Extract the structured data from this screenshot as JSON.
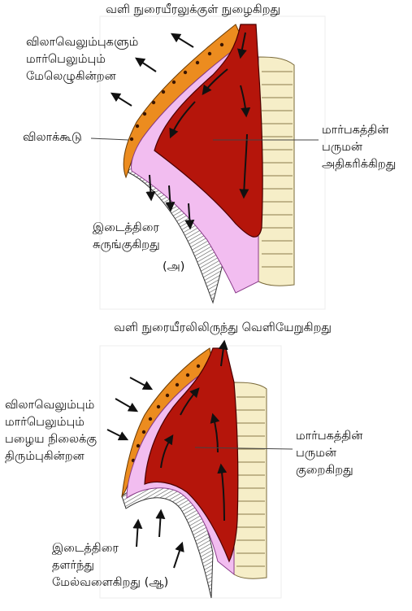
{
  "colors": {
    "lung": "#b5150b",
    "pleura": "#f2bdf0",
    "ribcage_orange": "#ec8c1f",
    "bone_dots": "#3a1500",
    "spine": "#f6eec8",
    "diaphragm_hatch": "#555555",
    "arrow": "#111111"
  },
  "top_panel": {
    "title": "வளி நுரையீரலுக்குள் நுழைகிறது",
    "ribs_label": [
      "விலாவெலும்புகளும்",
      "மார்பெலும்பும்",
      "மேலெழுகின்றன"
    ],
    "ribcage_label": "விலாக்கூடு",
    "volume_label": [
      "மார்பகத்தின்",
      "பருமன்",
      "அதிகரிக்கிறது"
    ],
    "diaphragm_label": [
      "இடைத்திரை",
      "சுருங்குகிறது"
    ],
    "panel_tag": "(அ)"
  },
  "bottom_panel": {
    "title": "வளி நுரையீரலிலிருந்து வெளியேறுகிறது",
    "ribs_label": [
      "விலாவெலும்பும்",
      "மார்பெலும்பும்",
      "பழைய நிலைக்கு",
      "திரும்புகின்றன"
    ],
    "volume_label": [
      "மார்பகத்தின்",
      "பருமன்",
      "குறைகிறது"
    ],
    "diaphragm_label": [
      "இடைத்திரை",
      "தளர்ந்து",
      "மேல்வளைகிறது (ஆ)"
    ]
  }
}
